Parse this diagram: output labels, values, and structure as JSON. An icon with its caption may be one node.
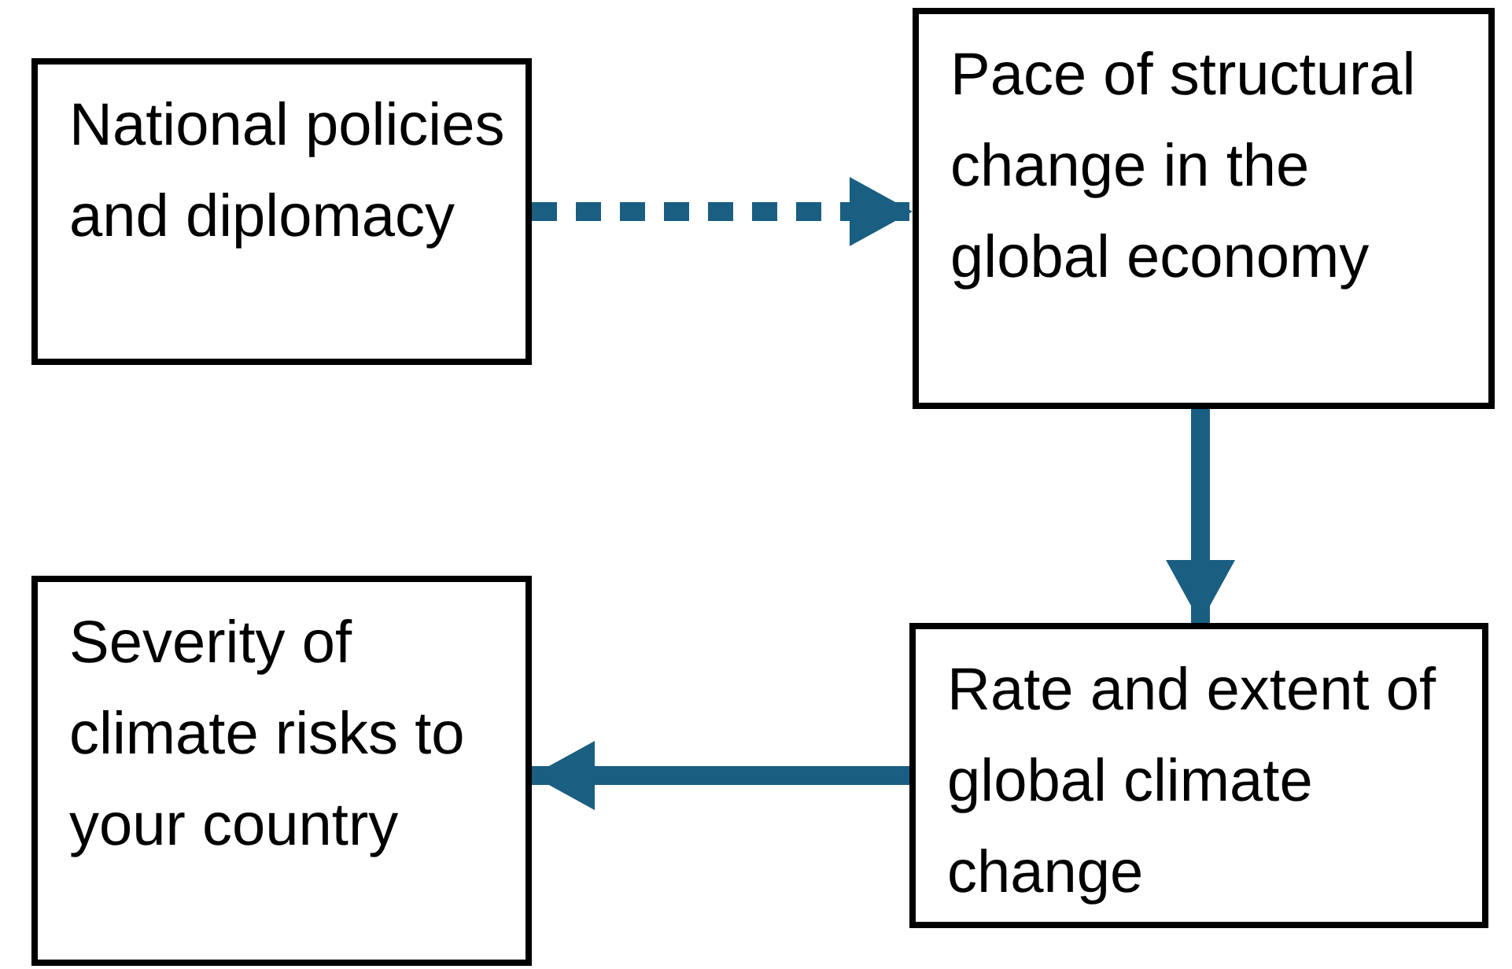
{
  "diagram": {
    "nodes": [
      {
        "text": [
          "National policies and diplomacy"
        ]
      },
      {
        "text": [
          "Pace of structural change in the global economy"
        ]
      },
      {
        "text": [
          "Rate and extent of global climate change"
        ]
      },
      {
        "text": [
          "Severity of climate risks to your country"
        ]
      }
    ],
    "edges": [
      {
        "from": 0,
        "to": 1,
        "arrow": "to",
        "style": "dashed"
      },
      {
        "from": 1,
        "to": 2,
        "arrow": "to"
      },
      {
        "from": 2,
        "to": 3,
        "arrow": "to"
      }
    ]
  }
}
